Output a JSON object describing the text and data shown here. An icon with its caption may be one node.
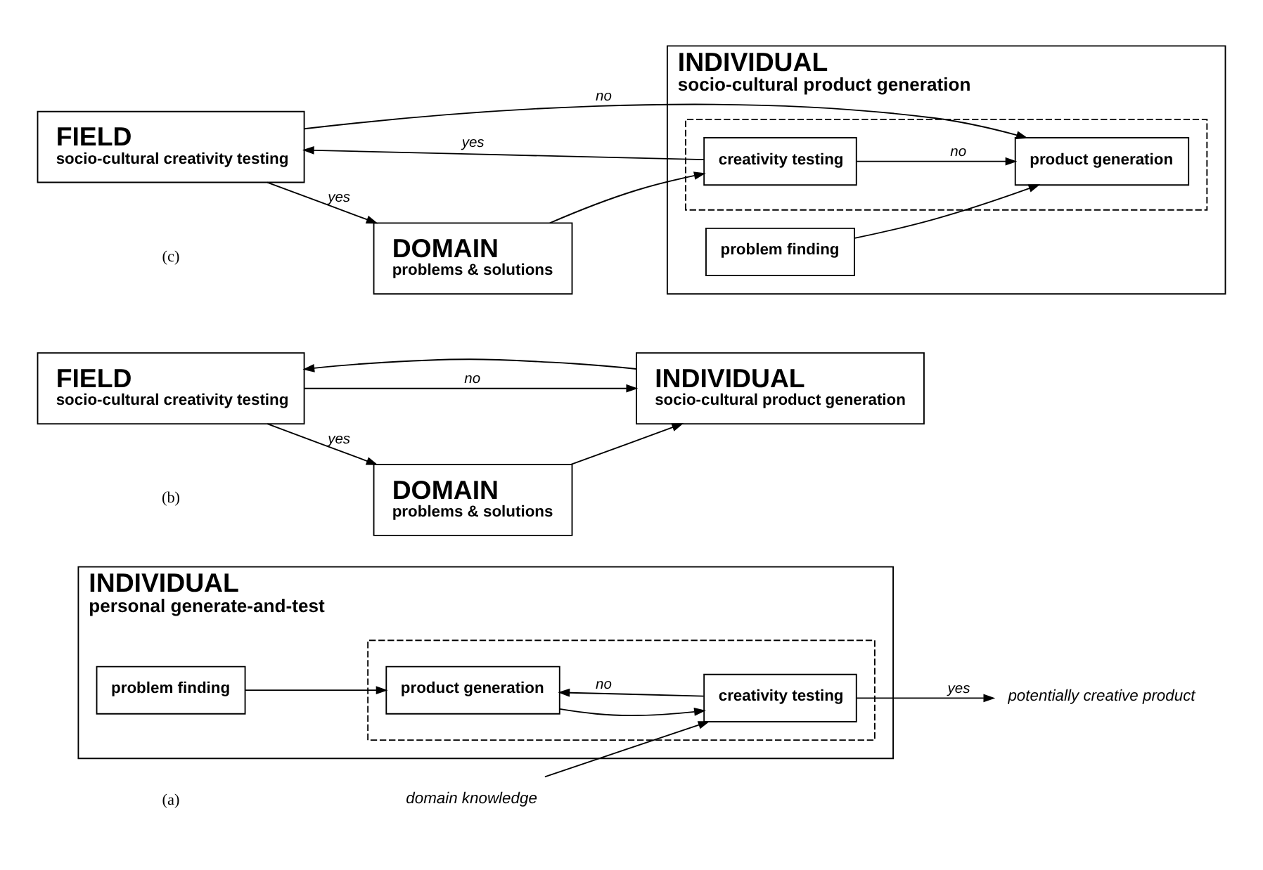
{
  "diagram": {
    "nodes": [
      {
        "text": [
          "INDIVIDUAL",
          "personal generate-and-test"
        ]
      },
      {
        "text": [],
        "shape": "box",
        "in": 0
      },
      {
        "text": [
          "problem finding"
        ],
        "in": 0
      },
      {
        "text": [
          "product generation"
        ],
        "in": 1
      },
      {
        "text": [
          "creativity testing"
        ],
        "in": 1
      },
      {
        "text": [
          "potentially creative product"
        ]
      },
      {
        "text": [
          "domain knowledge"
        ]
      },
      {
        "text": [
          "FIELD",
          "socio-cultural creativity testing"
        ]
      },
      {
        "text": [
          "DOMAIN",
          "problems & solutions"
        ]
      },
      {
        "text": [
          "INDIVIDUAL",
          "socio-cultural product generation"
        ]
      },
      {
        "text": [
          "FIELD",
          "socio-cultural creativity testing"
        ]
      },
      {
        "text": [
          "DOMAIN",
          "problems & solutions"
        ]
      },
      {
        "text": [
          "INDIVIDUAL",
          "socio-cultural product generation"
        ]
      },
      {
        "text": [],
        "shape": "box",
        "in": 12
      },
      {
        "text": [
          "problem finding"
        ],
        "in": 12
      },
      {
        "text": [
          "product generation"
        ],
        "in": 13
      },
      {
        "text": [
          "creativity testing"
        ],
        "in": 13
      }
    ],
    "edges": [
      {
        "from": 2,
        "to": 3,
        "arrow": "to"
      },
      {
        "from": 3,
        "to": 4,
        "arrow": "to"
      },
      {
        "from": 4,
        "to": 3,
        "arrow": "to",
        "label": "no"
      },
      {
        "from": 4,
        "to": 5,
        "arrow": "to",
        "label": "yes"
      },
      {
        "from": 6,
        "to": 4,
        "arrow": "to"
      },
      {
        "from": 7,
        "to": 8,
        "arrow": "to",
        "label": "yes"
      },
      {
        "from": 7,
        "to": 9,
        "arrow": "to",
        "label": "no"
      },
      {
        "from": 9,
        "to": 7,
        "arrow": "to"
      },
      {
        "from": 8,
        "to": 9,
        "arrow": "to"
      },
      {
        "from": 10,
        "to": 11,
        "arrow": "to",
        "label": "yes"
      },
      {
        "from": 10,
        "to": 15,
        "arrow": "to",
        "label": "no"
      },
      {
        "from": 16,
        "to": 10,
        "arrow": "to",
        "label": "yes"
      },
      {
        "from": 16,
        "to": 15,
        "arrow": "to",
        "label": "no"
      },
      {
        "from": 14,
        "to": 15,
        "arrow": "to"
      },
      {
        "from": 11,
        "to": 16,
        "arrow": "to"
      }
    ],
    "labels": [
      "(a)",
      "(b)",
      "(c)"
    ]
  }
}
